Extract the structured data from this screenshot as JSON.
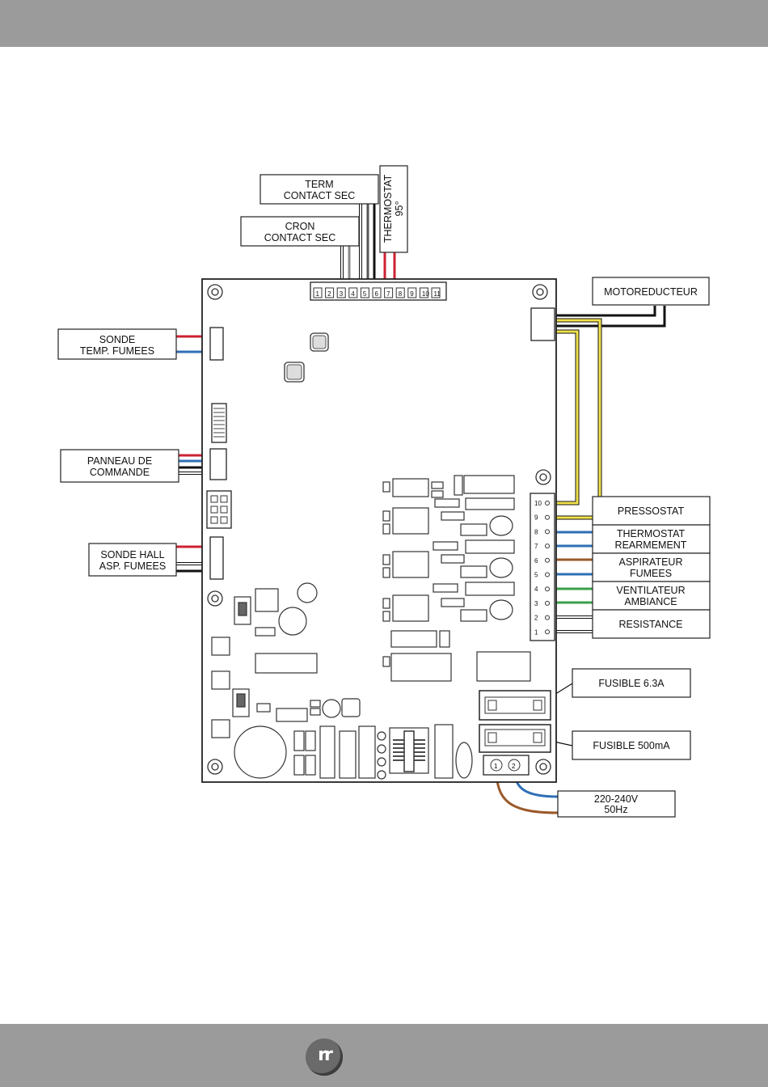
{
  "labels": {
    "term_contact_sec": [
      "TERM",
      "CONTACT SEC"
    ],
    "cron_contact_sec": [
      "CRON",
      "CONTACT SEC"
    ],
    "thermostat_95": [
      "THERMOSTAT",
      "95°"
    ],
    "motoreducteur": "MOTOREDUCTEUR",
    "sonde_temp_fumees": [
      "SONDE",
      "TEMP. FUMEES"
    ],
    "panneau_de_commande": [
      "PANNEAU DE",
      "COMMANDE"
    ],
    "sonde_hall": [
      "SONDE HALL",
      "ASP. FUMEES"
    ],
    "pressostat": "PRESSOSTAT",
    "thermostat_rearmement": [
      "THERMOSTAT",
      "REARMEMENT"
    ],
    "aspirateur_fumees": [
      "ASPIRATEUR",
      "FUMEES"
    ],
    "ventilateur_ambiance": [
      "VENTILATEUR",
      "AMBIANCE"
    ],
    "resistance": "RESISTANCE",
    "fusible_63": "FUSIBLE 6.3A",
    "fusible_500": "FUSIBLE 500mA",
    "power": [
      "220-240V",
      "50Hz"
    ]
  },
  "top_connector_pins": [
    "1",
    "2",
    "3",
    "4",
    "5",
    "6",
    "7",
    "8",
    "9",
    "10",
    "11"
  ],
  "right_connector_pins": [
    "10",
    "9",
    "8",
    "7",
    "6",
    "5",
    "4",
    "3",
    "2",
    "1"
  ],
  "power_terminals": [
    "1",
    "2"
  ],
  "logo_text": "rr",
  "wire_colors": {
    "red": "#cc2233",
    "blue": "#2f6fb5",
    "black": "#111111",
    "white": "#ffffff",
    "yellow": "#f2e24a",
    "brown": "#9a5a2a",
    "green": "#3aa04a",
    "grey": "#8a8a8a"
  }
}
